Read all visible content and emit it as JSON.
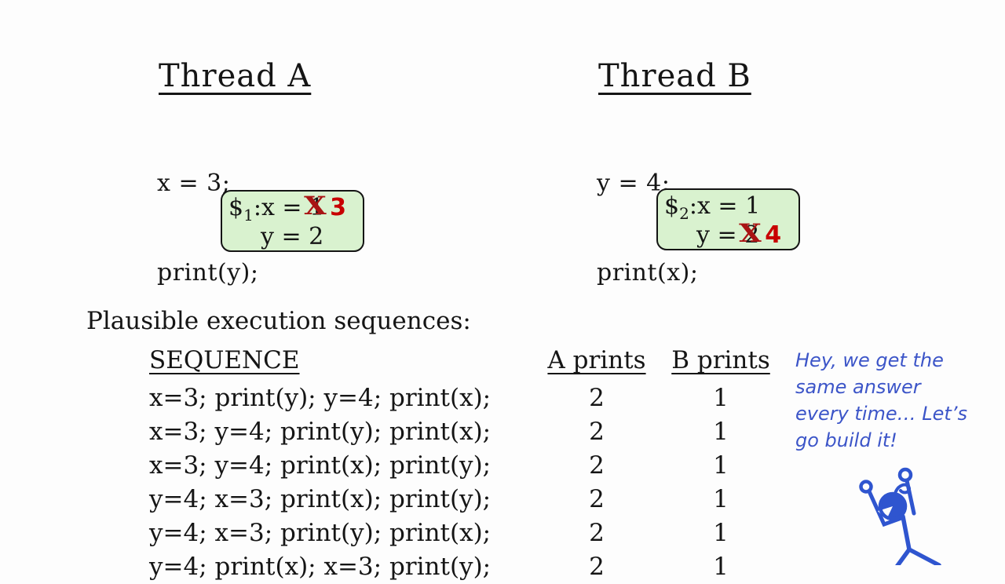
{
  "colors": {
    "background": "#fdfdfd",
    "cache_box_fill": "#d9f2cf",
    "cache_box_border": "#141414",
    "strike_red": "#a91414",
    "new_value_red": "#c80000",
    "speech_blue": "#3c55c8"
  },
  "thread_a": {
    "title": "Thread A",
    "code_line1": "x = 3;",
    "code_line2": "print(y);"
  },
  "thread_b": {
    "title": "Thread B",
    "code_line1": "y = 4;",
    "code_line2": "print(x);"
  },
  "cache1": {
    "symbol": "$",
    "subscript": "1",
    "colon": ":",
    "line1_prefix": "x = ",
    "line1_old": "1",
    "line1_strike": "X",
    "line1_new": "3",
    "line2": "y = 2"
  },
  "cache2": {
    "symbol": "$",
    "subscript": "2",
    "colon": ":",
    "line1": "x = 1",
    "line2_prefix": "y = ",
    "line2_old": "2",
    "line2_strike": "X",
    "line2_new": "4"
  },
  "section_title": "Plausible execution sequences:",
  "table": {
    "header_sequence": "SEQUENCE",
    "header_a": "A prints",
    "header_b": "B prints",
    "rows": [
      {
        "seq": "x=3; print(y); y=4; print(x);",
        "a": "2",
        "b": "1"
      },
      {
        "seq": "x=3; y=4; print(y); print(x);",
        "a": "2",
        "b": "1"
      },
      {
        "seq": "x=3; y=4; print(x); print(y);",
        "a": "2",
        "b": "1"
      },
      {
        "seq": "y=4; x=3; print(x); print(y);",
        "a": "2",
        "b": "1"
      },
      {
        "seq": "y=4; x=3; print(y); print(x);",
        "a": "2",
        "b": "1"
      },
      {
        "seq": "y=4; print(x); x=3; print(y);",
        "a": "2",
        "b": "1"
      }
    ]
  },
  "speech": {
    "line1": "Hey, we get the",
    "line2": "same answer",
    "line3": "every time… Let’s",
    "line4": "go build it!"
  }
}
